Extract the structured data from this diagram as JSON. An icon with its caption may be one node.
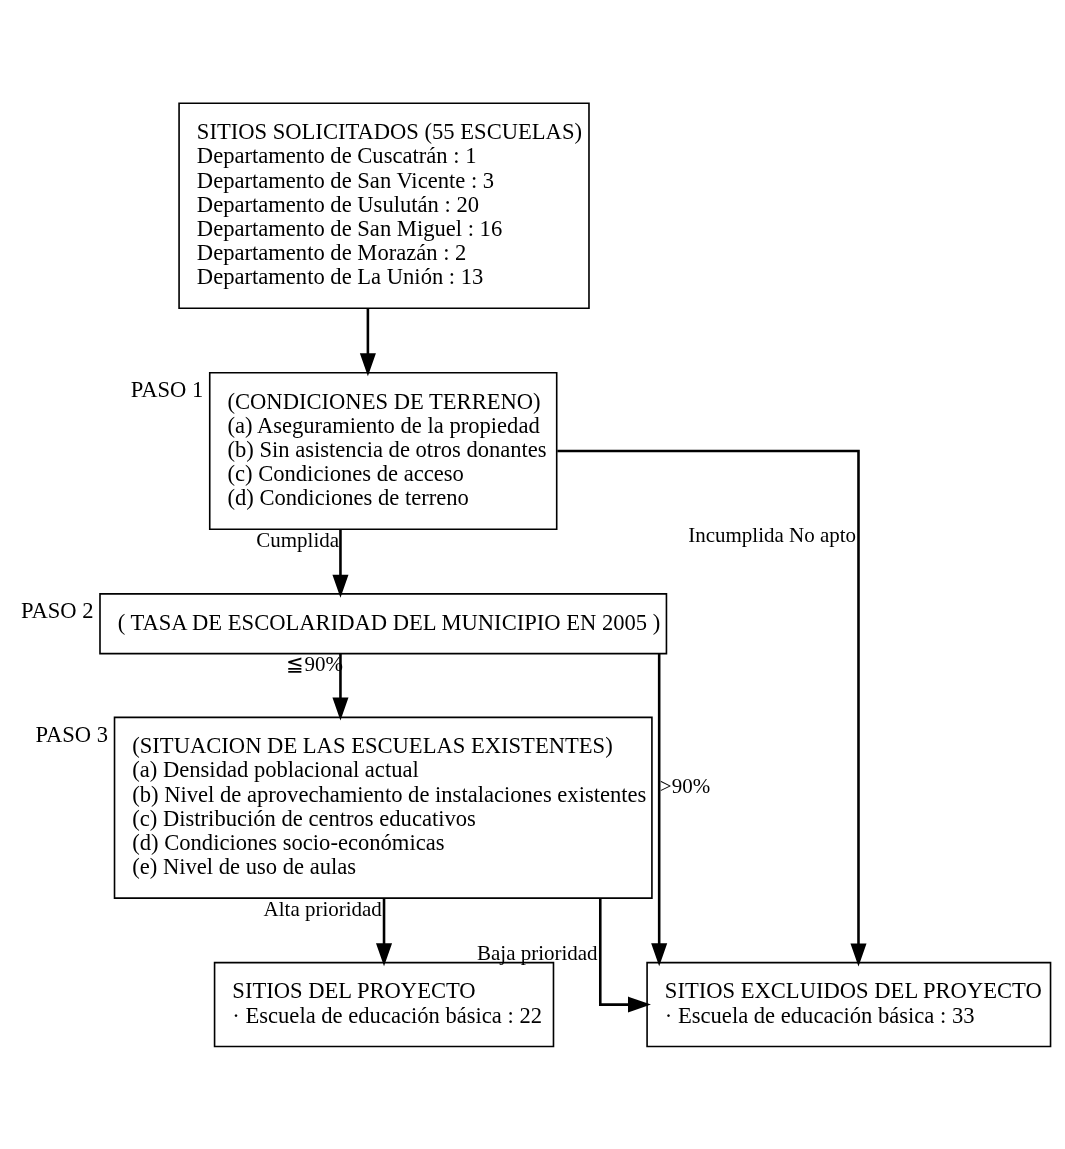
{
  "diagram": {
    "nodes": [
      {
        "text": [
          "SITIOS SOLICITADOS (55 ESCUELAS)",
          "Departamento de Cuscatrán : 1",
          "Departamento de San Vicente : 3",
          "Departamento de Usulután : 20",
          "Departamento de San Miguel : 16",
          "Departamento de Morazán : 2",
          "Departamento de La Unión : 13"
        ]
      },
      {
        "text": [
          "(CONDICIONES DE TERRENO)",
          "(a) Aseguramiento de la propiedad",
          "(b) Sin asistencia de otros donantes",
          "(c) Condiciones de acceso",
          "(d) Condiciones de terreno"
        ],
        "beside": [
          "PASO 1"
        ]
      },
      {
        "text": [
          "( TASA DE ESCOLARIDAD DEL MUNICIPIO EN 2005 )"
        ],
        "beside": [
          "PASO 2"
        ]
      },
      {
        "text": [
          "(SITUACION DE LAS ESCUELAS EXISTENTES)",
          "(a) Densidad poblacional actual",
          "(b) Nivel de aprovechamiento de instalaciones existentes",
          "(c) Distribución de centros educativos",
          "(d) Condiciones socio-económicas",
          "(e) Nivel de uso de aulas"
        ],
        "beside": [
          "PASO 3"
        ]
      },
      {
        "text": [
          "SITIOS DEL PROYECTO",
          "· Escuela de educación básica : 22"
        ]
      },
      {
        "text": [
          "SITIOS EXCLUIDOS DEL PROYECTO",
          "· Escuela de educación básica : 33"
        ]
      }
    ],
    "edges": [
      {
        "from": 0,
        "to": 1,
        "arrow": "to"
      },
      {
        "from": 1,
        "to": 2,
        "arrow": "to",
        "label": "Cumplida"
      },
      {
        "from": 2,
        "to": 3,
        "arrow": "to",
        "label": "≦90%"
      },
      {
        "from": 3,
        "to": 4,
        "arrow": "to",
        "label": "Alta prioridad"
      },
      {
        "from": 1,
        "to": 5,
        "arrow": "to",
        "label": "Incumplida No apto"
      },
      {
        "from": 2,
        "to": 5,
        "arrow": "to",
        "label": ">90%"
      },
      {
        "from": 3,
        "to": 5,
        "arrow": "to",
        "label": "Baja prioridad"
      }
    ]
  }
}
